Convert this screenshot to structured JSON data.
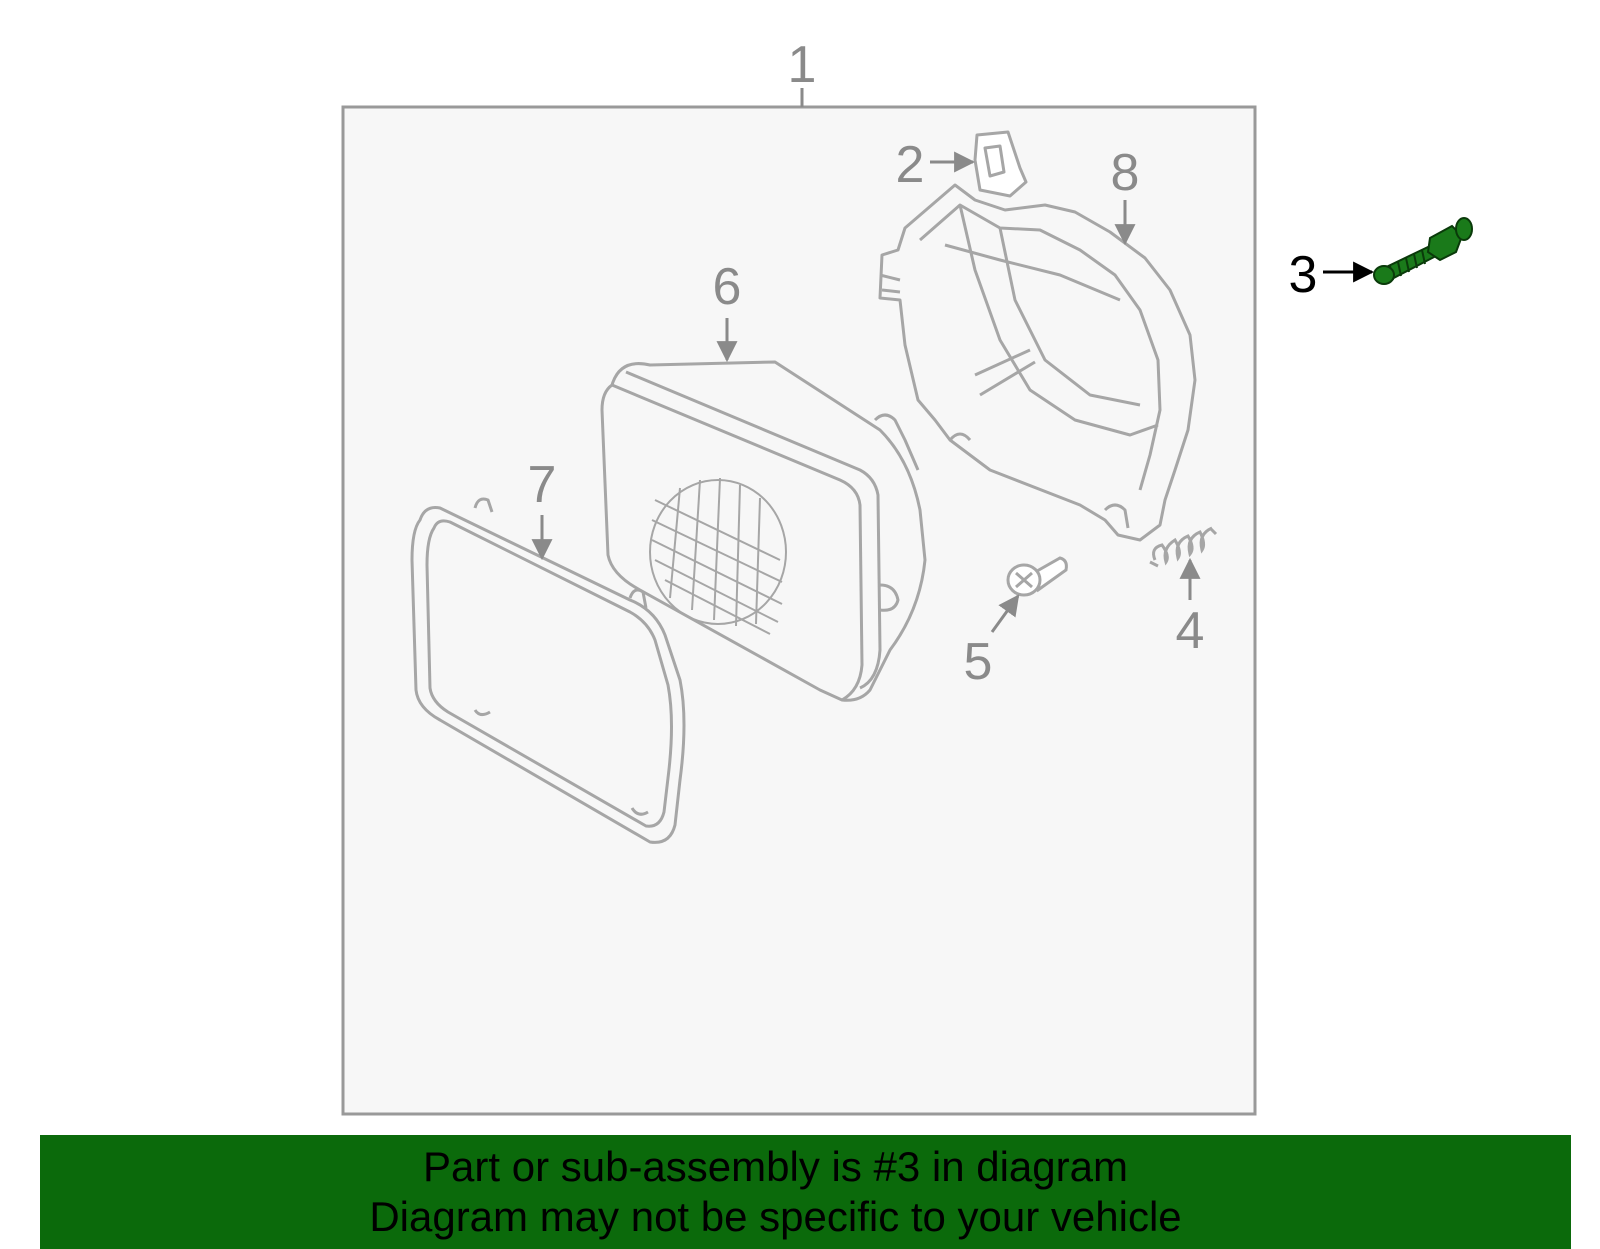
{
  "colors": {
    "background": "#ffffff",
    "frame_fill": "#f7f7f7",
    "frame_stroke": "#999999",
    "part_stroke": "#a6a6a6",
    "callout_gray": "#8a8a8a",
    "highlight_green": "#1a7a1a",
    "highlight_callout": "#000000",
    "banner_bg": "#0b6a0b",
    "banner_text": "#000000"
  },
  "callouts": {
    "c1": "1",
    "c2": "2",
    "c3": "3",
    "c4": "4",
    "c5": "5",
    "c6": "6",
    "c7": "7",
    "c8": "8"
  },
  "highlighted_part": "3",
  "banner": {
    "line1": "Part or sub-assembly is #3 in diagram",
    "line2": "Diagram may not be specific to your vehicle"
  }
}
